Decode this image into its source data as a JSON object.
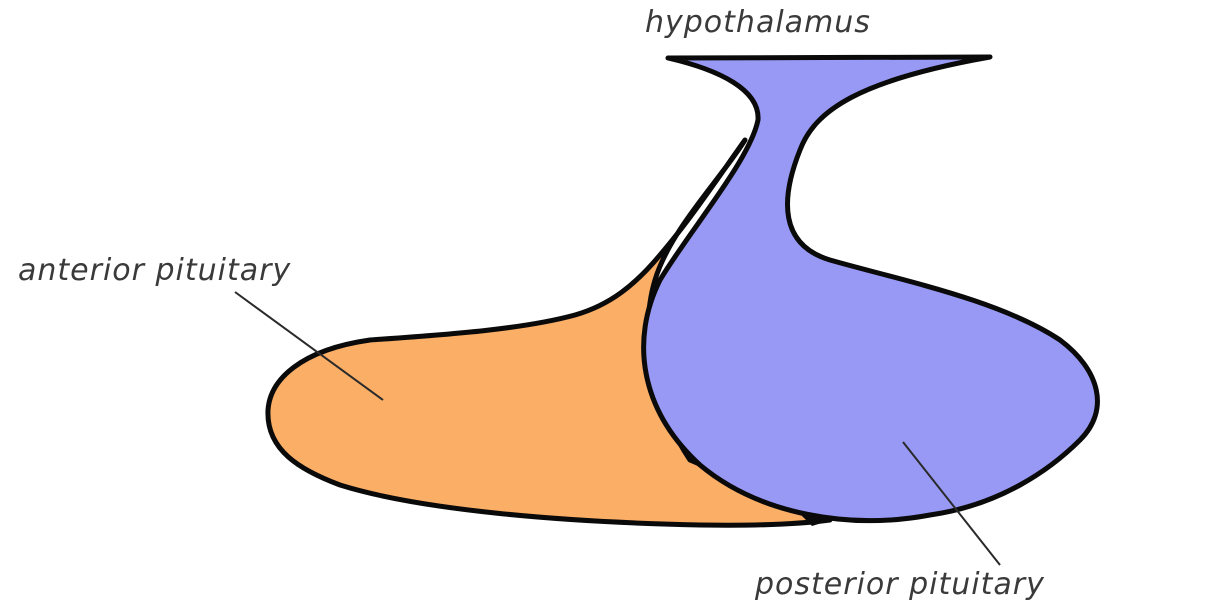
{
  "labels": {
    "hypothalamus": "hypothalamus",
    "anterior": "anterior pituitary",
    "posterior": "posterior pituitary"
  },
  "colors": {
    "anterior_fill": "#fbae66",
    "posterior_fill": "#9899f5",
    "outline": "#0a0a0a",
    "label_text": "#3a3a3a"
  }
}
